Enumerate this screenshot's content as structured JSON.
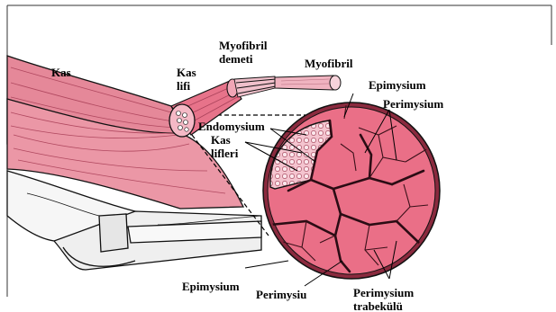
{
  "labels": {
    "kas": "Kas",
    "kas_lifi": "Kas\nlifi",
    "myofibril_demeti": "Myofibril\ndemeti",
    "myofibril": "Myofibril",
    "epimysium_top": "Epimysium",
    "perimysium_top": "Perimysium",
    "endomysium": "Endomysium",
    "kas_lifleri": "Kas\nlifleri",
    "epimysium_bottom": "Epimysium",
    "perimysiu_bottom": "Perimysiu",
    "perimysium_trabekulu": "Perimysium\ntrabekülü"
  },
  "colors": {
    "muscle": "#e7738a",
    "muscle_dark": "#c24a63",
    "muscle_light": "#f2a4b4",
    "bone": "#f4f4f4",
    "line": "#000000"
  }
}
